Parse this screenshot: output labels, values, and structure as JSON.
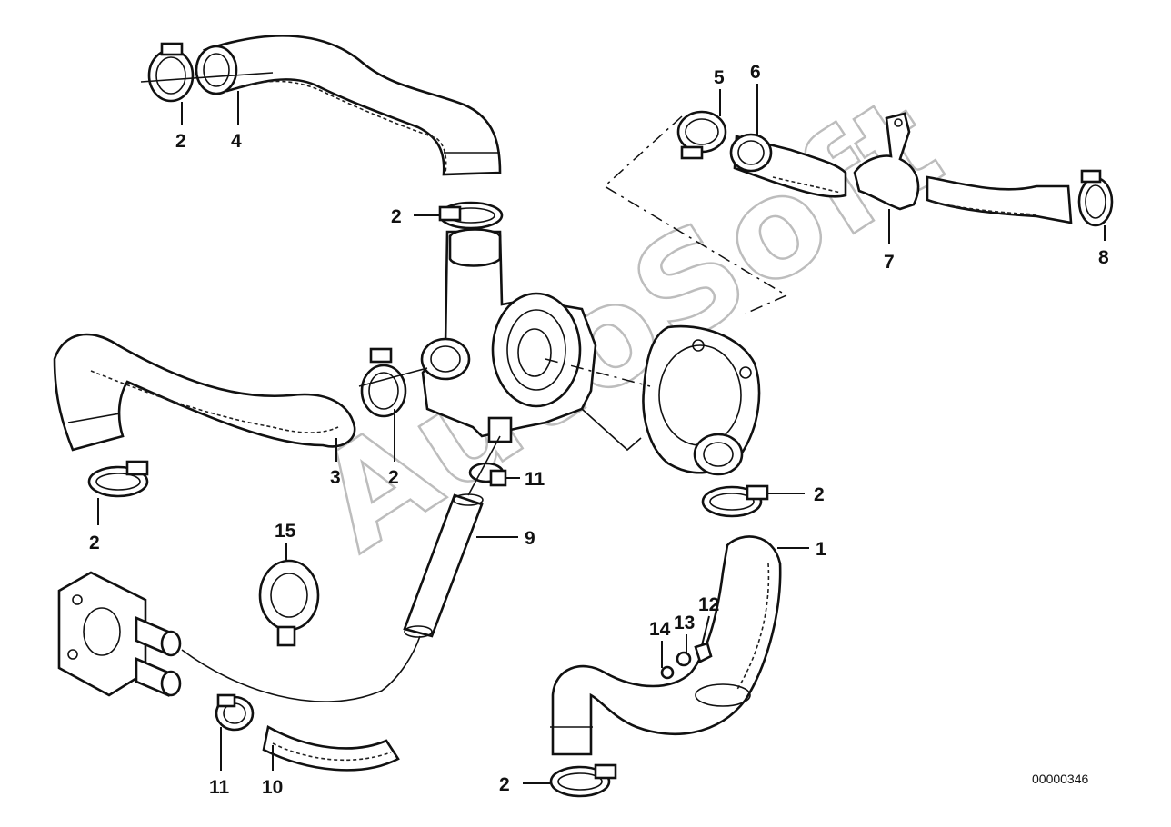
{
  "diagram": {
    "watermark": "AutoSoft",
    "document_number": "00000346",
    "callouts": [
      {
        "id": "c-2-top-left",
        "label": "2"
      },
      {
        "id": "c-4",
        "label": "4"
      },
      {
        "id": "c-2-top-center",
        "label": "2"
      },
      {
        "id": "c-5",
        "label": "5"
      },
      {
        "id": "c-6",
        "label": "6"
      },
      {
        "id": "c-7",
        "label": "7"
      },
      {
        "id": "c-8",
        "label": "8"
      },
      {
        "id": "c-3",
        "label": "3"
      },
      {
        "id": "c-2-middle",
        "label": "2"
      },
      {
        "id": "c-11-middle",
        "label": "11"
      },
      {
        "id": "c-2-right",
        "label": "2"
      },
      {
        "id": "c-1",
        "label": "1"
      },
      {
        "id": "c-2-left",
        "label": "2"
      },
      {
        "id": "c-15",
        "label": "15"
      },
      {
        "id": "c-9",
        "label": "9"
      },
      {
        "id": "c-14",
        "label": "14"
      },
      {
        "id": "c-13",
        "label": "13"
      },
      {
        "id": "c-12",
        "label": "12"
      },
      {
        "id": "c-11-bottom",
        "label": "11"
      },
      {
        "id": "c-10",
        "label": "10"
      },
      {
        "id": "c-2-bottom",
        "label": "2"
      }
    ]
  }
}
